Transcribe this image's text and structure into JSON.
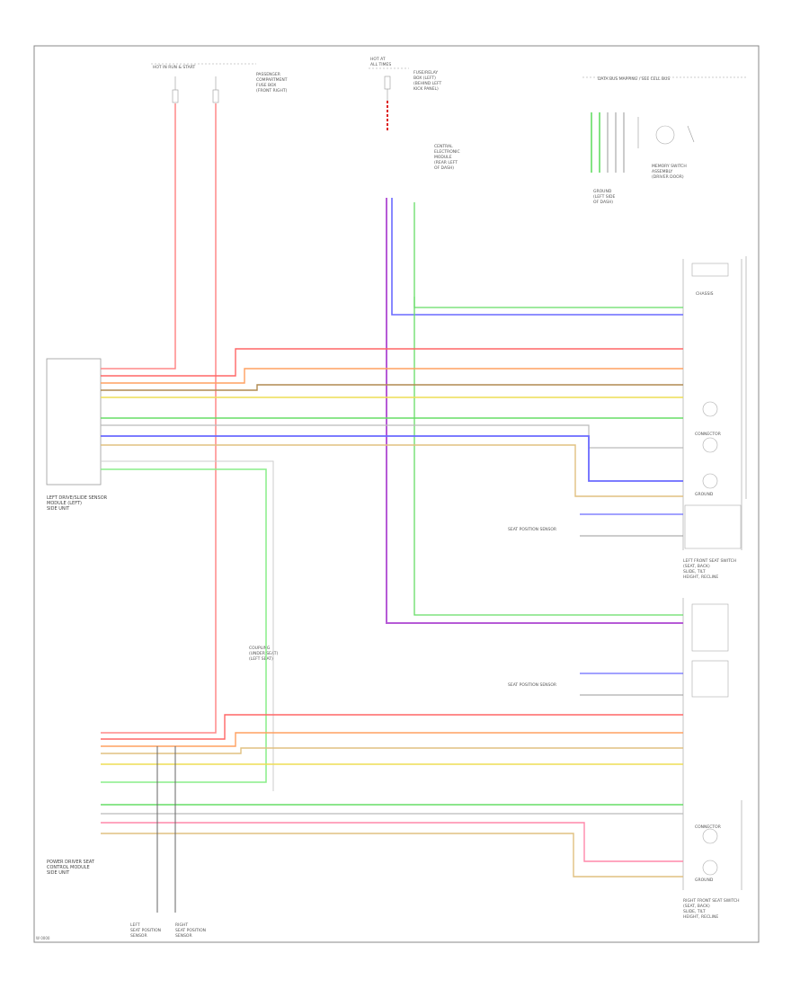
{
  "diagram": {
    "left_module_label": [
      "LEFT DRIVE/SLIDE SENSOR",
      "MODULE (LEFT)",
      "SIDE UNIT"
    ],
    "bottom_module_label": [
      "POWER DRIVER SEAT",
      "CONTROL MODULE",
      "SIDE UNIT"
    ],
    "top_left_source": [
      "HOT IN RUN & START"
    ],
    "top_left_fuse_note": [
      "PASSENGER",
      "COMPARTMENT",
      "FUSE BOX",
      "(FRONT RIGHT)"
    ],
    "top_mid_source": [
      "HOT AT",
      "ALL TIMES"
    ],
    "top_mid_fuse_note": [
      "FUSE/RELAY",
      "BOX (LEFT)",
      "(BEHIND LEFT",
      "KICK PANEL)"
    ],
    "central_module": [
      "CENTRAL",
      "ELECTRONIC",
      "MODULE",
      "(REAR LEFT",
      "OF DASH)"
    ],
    "legend_title": "DATA BUS MAPPING / SEE CELL BUS",
    "ground_label": [
      "GROUND",
      "(LEFT SIDE",
      "OF DASH)"
    ],
    "memory_label": [
      "MEMORY SWITCH",
      "ASSEMBLY",
      "(DRIVER DOOR)"
    ],
    "mid_junction": [
      "COUPLING",
      "(UNDER SEAT)",
      "(LEFT SEAT)"
    ],
    "switch_top": "CHASSIS",
    "upper_right_label": [
      "LEFT FRONT SEAT SWITCH",
      "(SEAT, BACK)",
      "SLIDE, TILT",
      "HEIGHT, RECLINE"
    ],
    "lower_right_label": [
      "RIGHT FRONT SEAT SWITCH",
      "(SEAT, BACK)",
      "SLIDE, TILT",
      "HEIGHT, RECLINE"
    ],
    "bottom_left_note": [
      "LEFT",
      "SEAT POSITION",
      "SENSOR"
    ],
    "bottom_right_note": [
      "RIGHT",
      "SEAT POSITION",
      "SENSOR"
    ],
    "ground_terminal": "GROUND",
    "seat_position_label": "SEAT POSITION SENSOR",
    "connector_label": "CONNECTOR",
    "page_code": "W 0000"
  }
}
